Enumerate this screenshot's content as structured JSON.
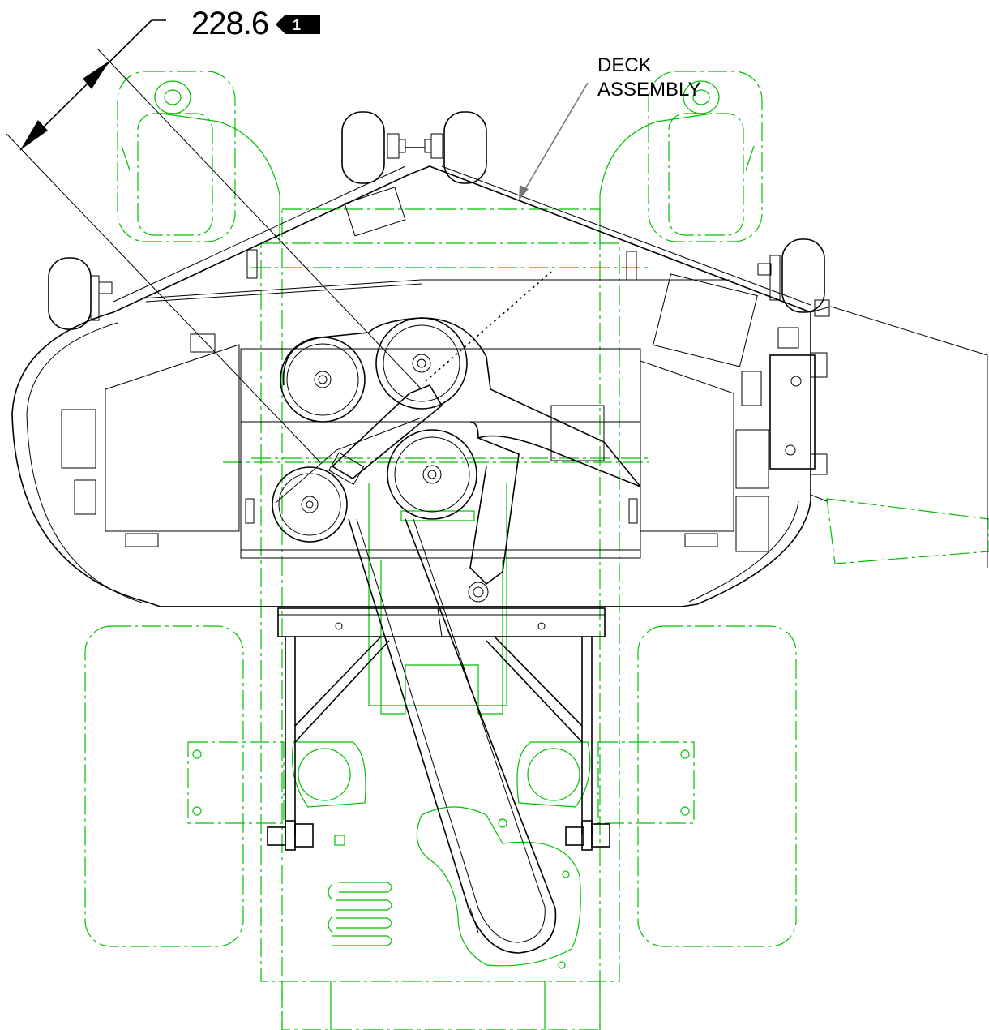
{
  "dimension": {
    "value": "228.6",
    "callout_number": "1"
  },
  "callout": {
    "line1": "DECK",
    "line2": "ASSEMBLY"
  },
  "colors": {
    "ink": "#000000",
    "mower_outline": "#00c000",
    "leader": "#777777",
    "background": "#ffffff"
  }
}
